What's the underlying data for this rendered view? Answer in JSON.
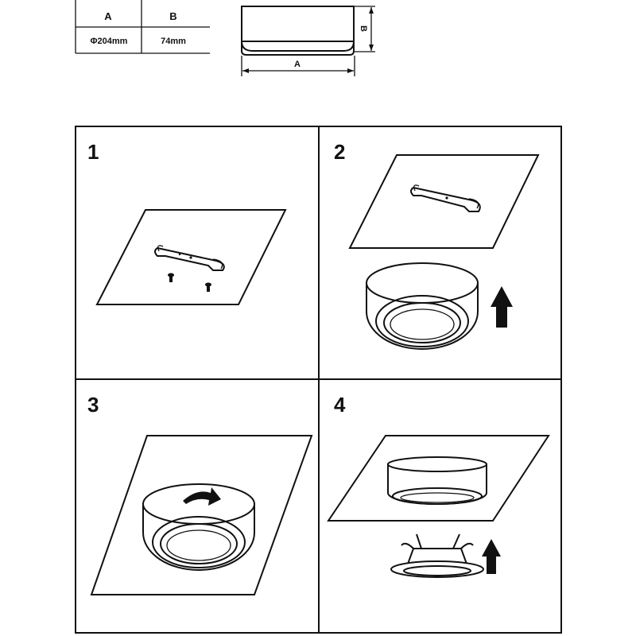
{
  "dimension_table": {
    "headers": [
      "A",
      "B"
    ],
    "values": [
      "Φ204mm",
      "74mm"
    ]
  },
  "dimension_drawing": {
    "width_label": "A",
    "height_label": "B"
  },
  "steps": [
    {
      "number": "1"
    },
    {
      "number": "2"
    },
    {
      "number": "3"
    },
    {
      "number": "4"
    }
  ],
  "colors": {
    "line": "#111111",
    "background": "#ffffff"
  }
}
